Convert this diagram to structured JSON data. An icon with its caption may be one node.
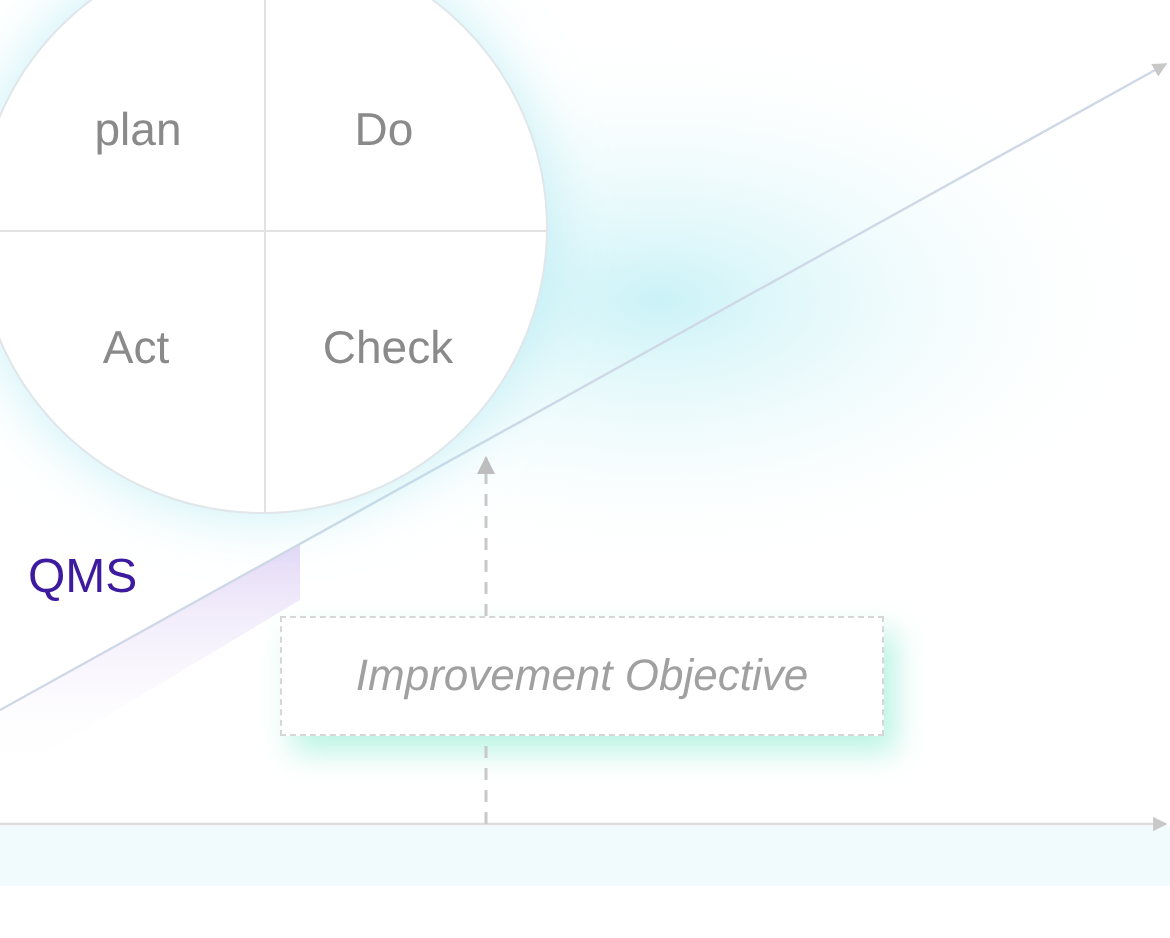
{
  "diagram": {
    "nodes": [
      {
        "text": [],
        "shape": "circle"
      },
      {
        "text": [
          "plan"
        ],
        "in": 0
      },
      {
        "text": [
          "Do"
        ],
        "in": 0
      },
      {
        "text": [
          "Act"
        ],
        "in": 0
      },
      {
        "text": [
          "Check"
        ],
        "in": 0
      },
      {
        "text": [
          "Improvement Objective"
        ]
      },
      {
        "text": [],
        "shape": "bar"
      }
    ],
    "edges": [
      {
        "from": 5,
        "to": 0,
        "arrow": "to",
        "style": "dashed"
      },
      {
        "from": 6,
        "to": 5,
        "arrow": "none",
        "style": "dashed"
      }
    ],
    "labels": [
      "QMS"
    ]
  }
}
